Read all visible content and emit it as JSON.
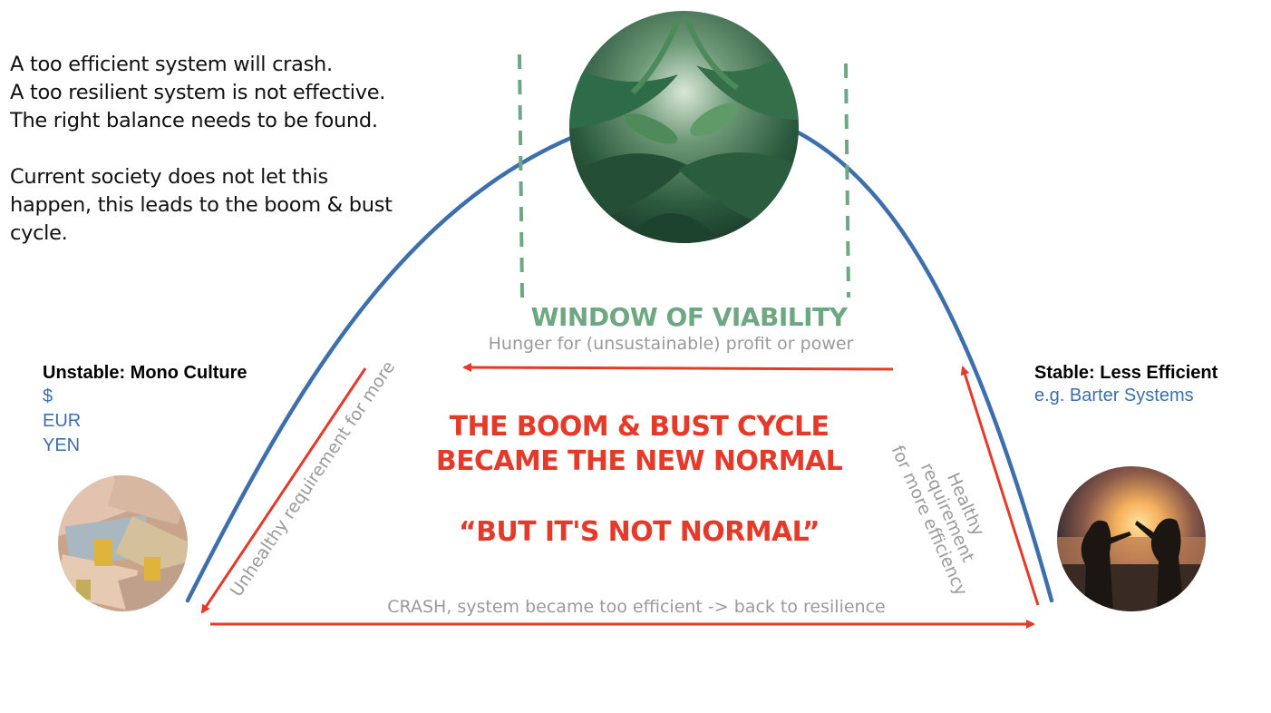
{
  "intro": {
    "line1": "A too efficient system will crash.",
    "line2": "A too resilient system is not effective.",
    "line3": "The right balance needs to be found.",
    "line4": "Current society does not let this",
    "line5": "happen, this leads to the boom & bust",
    "line6": "cycle."
  },
  "left": {
    "title": "Unstable: Mono Culture",
    "items": [
      "$",
      "EUR",
      "YEN"
    ]
  },
  "right": {
    "title": "Stable: Less Efficient",
    "subtitle": "e.g. Barter Systems"
  },
  "window": {
    "title": "WINDOW OF VIABILITY"
  },
  "arrows": {
    "hunger": "Hunger for (unsustainable) profit or power",
    "unhealthy": "Unhealthy requirement for more",
    "healthy": [
      "Healthy",
      "requirement",
      "for more efficiency"
    ],
    "crash": "CRASH, system became too efficient -> back to resilience"
  },
  "headline": {
    "line1": "THE BOOM & BUST CYCLE",
    "line2": "BECAME THE NEW NORMAL",
    "quote": "“BUT IT'S NOT NORMAL”"
  },
  "colors": {
    "curve": "#3d6fad",
    "arrow": "#e53a2a",
    "window": "#6ea882",
    "muted": "#9a9a9a"
  },
  "images": {
    "top": "jungle-photo",
    "left": "euro-banknotes-photo",
    "right": "beach-sunset-people-photo"
  }
}
